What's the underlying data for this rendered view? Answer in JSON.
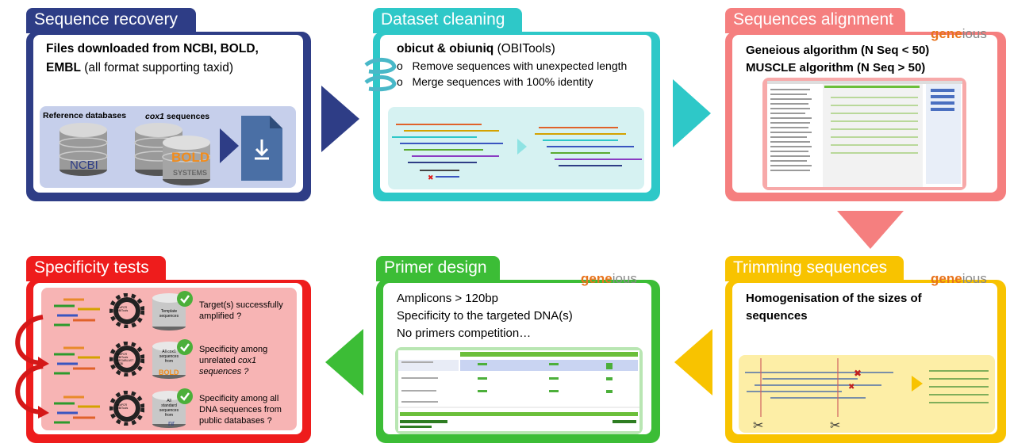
{
  "panels": {
    "seq_recovery": {
      "title": "Sequence recovery",
      "line1": "Files downloaded from NCBI, BOLD,",
      "line2_bold": "EMBL",
      "line2_rest": " (all format supporting taxid)",
      "ref_db_label": "Reference databases",
      "cox1_label_italic": "cox1",
      "cox1_label_rest": " sequences",
      "ncbi_text": "NCBI",
      "bold_text": "BOLD",
      "systems_text": "SYSTEMS"
    },
    "dataset_cleaning": {
      "title": "Dataset cleaning",
      "head_bold": "obicut & obiuniq",
      "head_rest": " (OBITools)",
      "bullet1": "Remove sequences with unexpected length",
      "bullet2": "Merge sequences with 100% identity",
      "bullet_marker": "o"
    },
    "seq_alignment": {
      "title": "Sequences alignment",
      "logo_a": "gene",
      "logo_b": "ious",
      "line1": "Geneious algorithm (N Seq < 50)",
      "line2": "MUSCLE algorithm (N Seq > 50)"
    },
    "trimming": {
      "title": "Trimming sequences",
      "logo_a": "gene",
      "logo_b": "ious",
      "line1": "Homogenisation of the sizes of",
      "line2": "sequences"
    },
    "primer_design": {
      "title": "Primer design",
      "logo_a": "gene",
      "logo_b": "ious",
      "line1": "Amplicons > 120bp",
      "line2": "Specificity to the targeted DNA(s)",
      "line3": "No primers competition…"
    },
    "specificity": {
      "title": "Specificity tests",
      "rows": [
        {
          "db_label": "Template sequences",
          "gear_label": "ecoPCR OBITools",
          "text": [
            "Target(s) successfully",
            "amplified ?"
          ]
        },
        {
          "db_label": "All cox1 sequences from",
          "gear_label": "ecoPCR OBITools MEGABLAST NCBI",
          "text": [
            "Specificity among",
            "unrelated ",
            "cox1",
            "sequences ?"
          ],
          "db_extra": "BOLD"
        },
        {
          "db_label": "All standard sequences from",
          "gear_label": "ecoPCR OBITools",
          "text": [
            "Specificity among all",
            "DNA sequences from",
            "public databases ?"
          ],
          "db_extra": "nr"
        }
      ]
    }
  },
  "colors": {
    "navy": "#2e3d86",
    "teal": "#2ec8c8",
    "salmon": "#f57f7f",
    "yellow": "#f8c300",
    "green": "#3cbd36",
    "red": "#ee1c1c",
    "geneious_orange": "#e8731c"
  }
}
